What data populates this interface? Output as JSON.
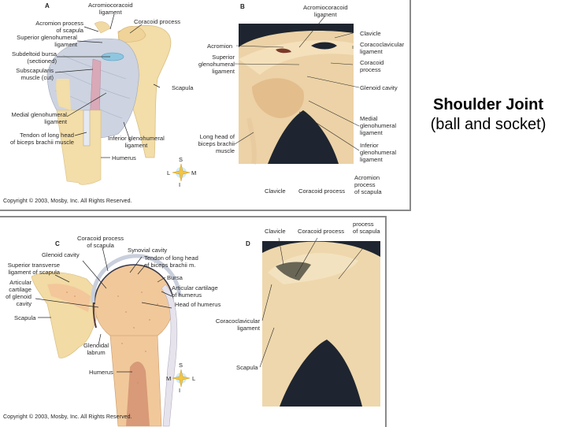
{
  "title": {
    "main": "Shoulder Joint",
    "sub": "(ball and socket)"
  },
  "copyright": "Copyright © 2003, Mosby, Inc. All Rights Reserved.",
  "panels": {
    "a": {
      "letter": "A",
      "labels": {
        "acromiocoracoid": "Acromiocoracoid\nligament",
        "acromion_process": "Acromion process\nof scapula",
        "coracoid_process": "Coracoid process",
        "superior_gh": "Superior glenohumeral\nligament",
        "subdeltoid_bursa": "Subdeltoid bursa\n(sectioned)",
        "subscapularis": "Subscapularis\nmuscle (cut)",
        "scapula": "Scapula",
        "medial_gh": "Medial glenohumeral\nligament",
        "tendon_biceps": "Tendon of long head\nof biceps brachii muscle",
        "inferior_gh": "Inferior glenohumeral\nligament",
        "humerus": "Humerus"
      },
      "compass": {
        "top": "S",
        "bottom": "I",
        "left": "L",
        "right": "M"
      }
    },
    "b": {
      "letter": "B",
      "labels": {
        "acromiocoracoid": "Acromiocoracoid\nligament",
        "acromion": "Acromion",
        "superior_gh": "Superior\nglenohumeral\nligament",
        "clavicle": "Clavicle",
        "coracoclavicular": "Coracoclavicular\nligament",
        "coracoid_process": "Coracoid\nprocess",
        "glenoid_cavity": "Glenoid cavity",
        "medial_gh": "Medial\nglenohumeral\nligament",
        "inferior_gh": "Inferior\nglenohumeral\nligament",
        "long_head_biceps": "Long head of\nbiceps brachii\nmuscle"
      },
      "d_labels_overflow": {
        "clavicle": "Clavicle",
        "coracoid_process": "Coracoid process",
        "acromion_process": "Acromion\nprocess\nof scapula"
      }
    },
    "c": {
      "letter": "C",
      "labels": {
        "coracoid_process": "Coracoid process\nof scapula",
        "glenoid_cavity": "Glenoid cavity",
        "synovial_cavity": "Synovial cavity",
        "superior_transverse": "Superior transverse\nligament of scapula",
        "tendon_biceps": "Tendon of long head\nof biceps brachii m.",
        "bursa": "Bursa",
        "articular_cartilage_glenoid": "Articular\ncartilage\nof glenoid\ncavity",
        "articular_cartilage_humerus": "Articular cartilage\nof humerus",
        "head_humerus": "Head of humerus",
        "scapula": "Scapula",
        "glenoidal_labrum": "Glenoidal\nlabrum",
        "humerus": "Humerus"
      },
      "compass": {
        "top": "S",
        "bottom": "I",
        "left": "M",
        "right": "L"
      }
    },
    "d": {
      "letter": "D",
      "labels": {
        "clavicle": "Clavicle",
        "coracoid_process": "Coracoid process",
        "acromion_process": "process\nof scapula",
        "coracoclavicular": "Coracoclavicular\nligament",
        "scapula": "Scapula"
      }
    }
  },
  "colors": {
    "bone": "#f1d9a4",
    "bone_light": "#f7e8c2",
    "ligament": "#c9cfdc",
    "photo_bg": "#1e2530",
    "cancellous": "#e9b98a",
    "border": "#8a8a8a"
  }
}
